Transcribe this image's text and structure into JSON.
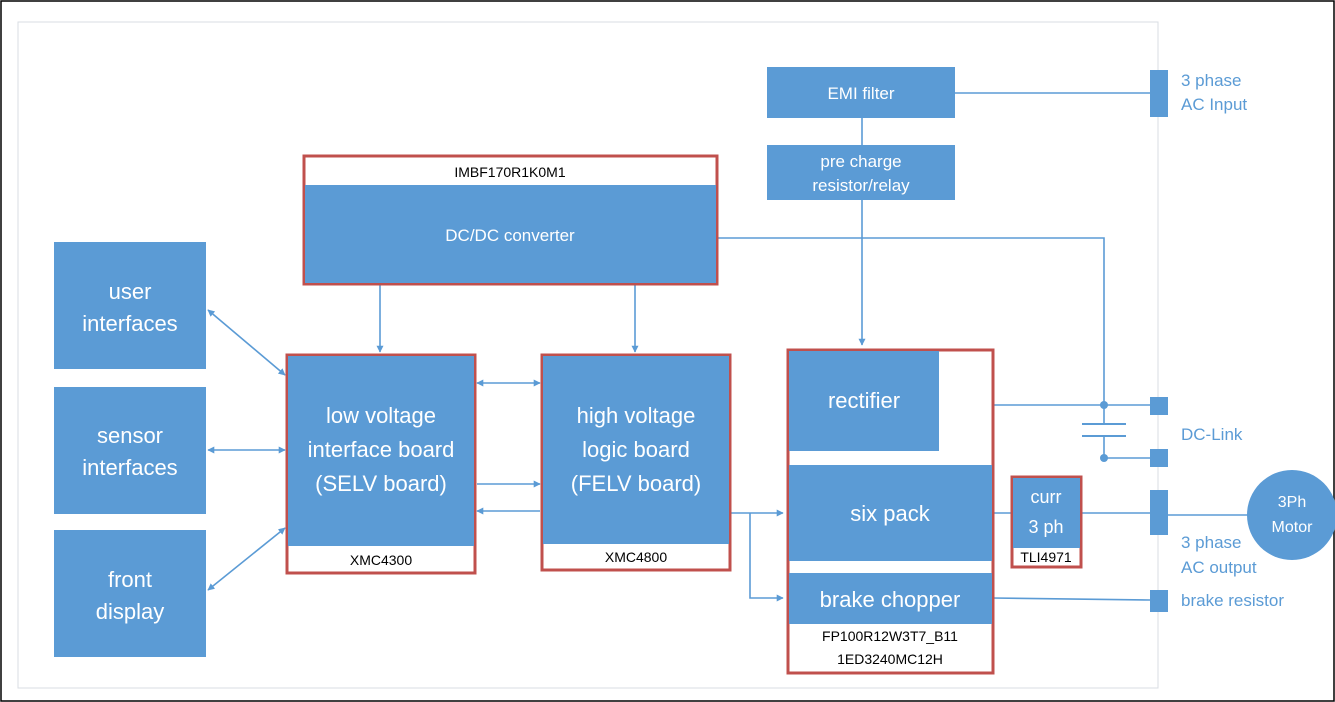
{
  "blocks": {
    "emi_filter": "EMI filter",
    "precharge_line1": "pre charge",
    "precharge_line2": "resistor/relay",
    "dcdc_part": "IMBF170R1K0M1",
    "dcdc": "DC/DC converter",
    "user_if_line1": "user",
    "user_if_line2": "interfaces",
    "sensor_if_line1": "sensor",
    "sensor_if_line2": "interfaces",
    "front_display_line1": "front",
    "front_display_line2": "display",
    "lv_board_line1": "low voltage",
    "lv_board_line2": "interface board",
    "lv_board_line3": "(SELV board)",
    "lv_board_mcu": "XMC4300",
    "hv_board_line1": "high voltage",
    "hv_board_line2": "logic board",
    "hv_board_line3": "(FELV board)",
    "hv_board_mcu": "XMC4800",
    "rectifier": "rectifier",
    "six_pack": "six pack",
    "brake_chopper": "brake chopper",
    "power_part1": "FP100R12W3T7_B11",
    "power_part2": "1ED3240MC12H",
    "curr_line1": "curr",
    "curr_line2": "3 ph",
    "curr_part": "TLI4971",
    "motor_line1": "3Ph",
    "motor_line2": "Motor"
  },
  "labels": {
    "ac_input_line1": "3 phase",
    "ac_input_line2": "AC Input",
    "dc_link": "DC-Link",
    "ac_output_line1": "3 phase",
    "ac_output_line2": "AC output",
    "brake_resistor": "brake resistor"
  },
  "colors": {
    "block_fill": "#5b9bd5",
    "connector": "#5b9bd5",
    "highlight_border": "#c0504d",
    "frame": "#d9dde3",
    "block_text": "#ffffff",
    "label_text": "#5b9bd5",
    "part_text": "#000000"
  }
}
